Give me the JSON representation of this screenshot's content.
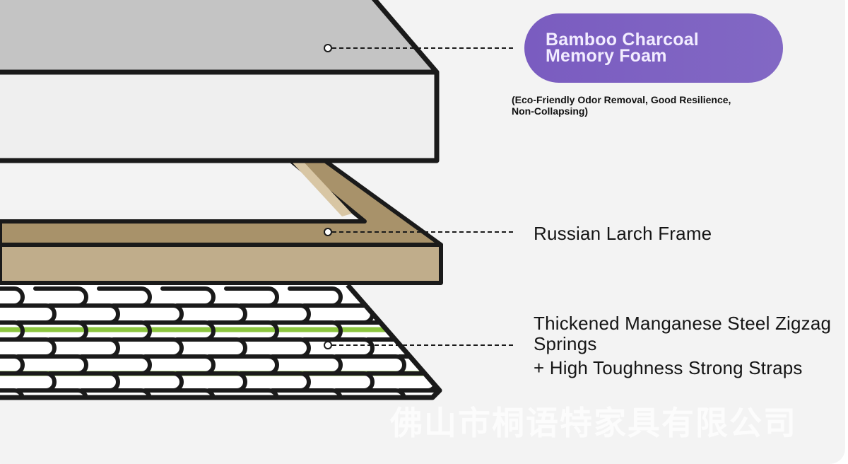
{
  "layers": {
    "foam": {
      "title_lines": [
        "Bamboo Charcoal",
        "Memory Foam"
      ],
      "note_lines": [
        "(Eco-Friendly Odor Removal, Good Resilience,",
        "Non-Collapsing)"
      ]
    },
    "frame": {
      "title": "Russian Larch Frame"
    },
    "springs": {
      "title_lines": [
        "Thickened Manganese Steel Zigzag",
        "Springs",
        "+ High Toughness Strong Straps"
      ]
    }
  },
  "watermark": "佛山市桐语特家具有限公司",
  "colors": {
    "pill": "#7a5cc0",
    "foam_top": "#c4c4c4",
    "foam_side": "#efefef",
    "wood_top": "#a8926a",
    "wood_side": "#c0ad8b",
    "strap": "#8cc63f",
    "outline": "#1a1a1a"
  }
}
